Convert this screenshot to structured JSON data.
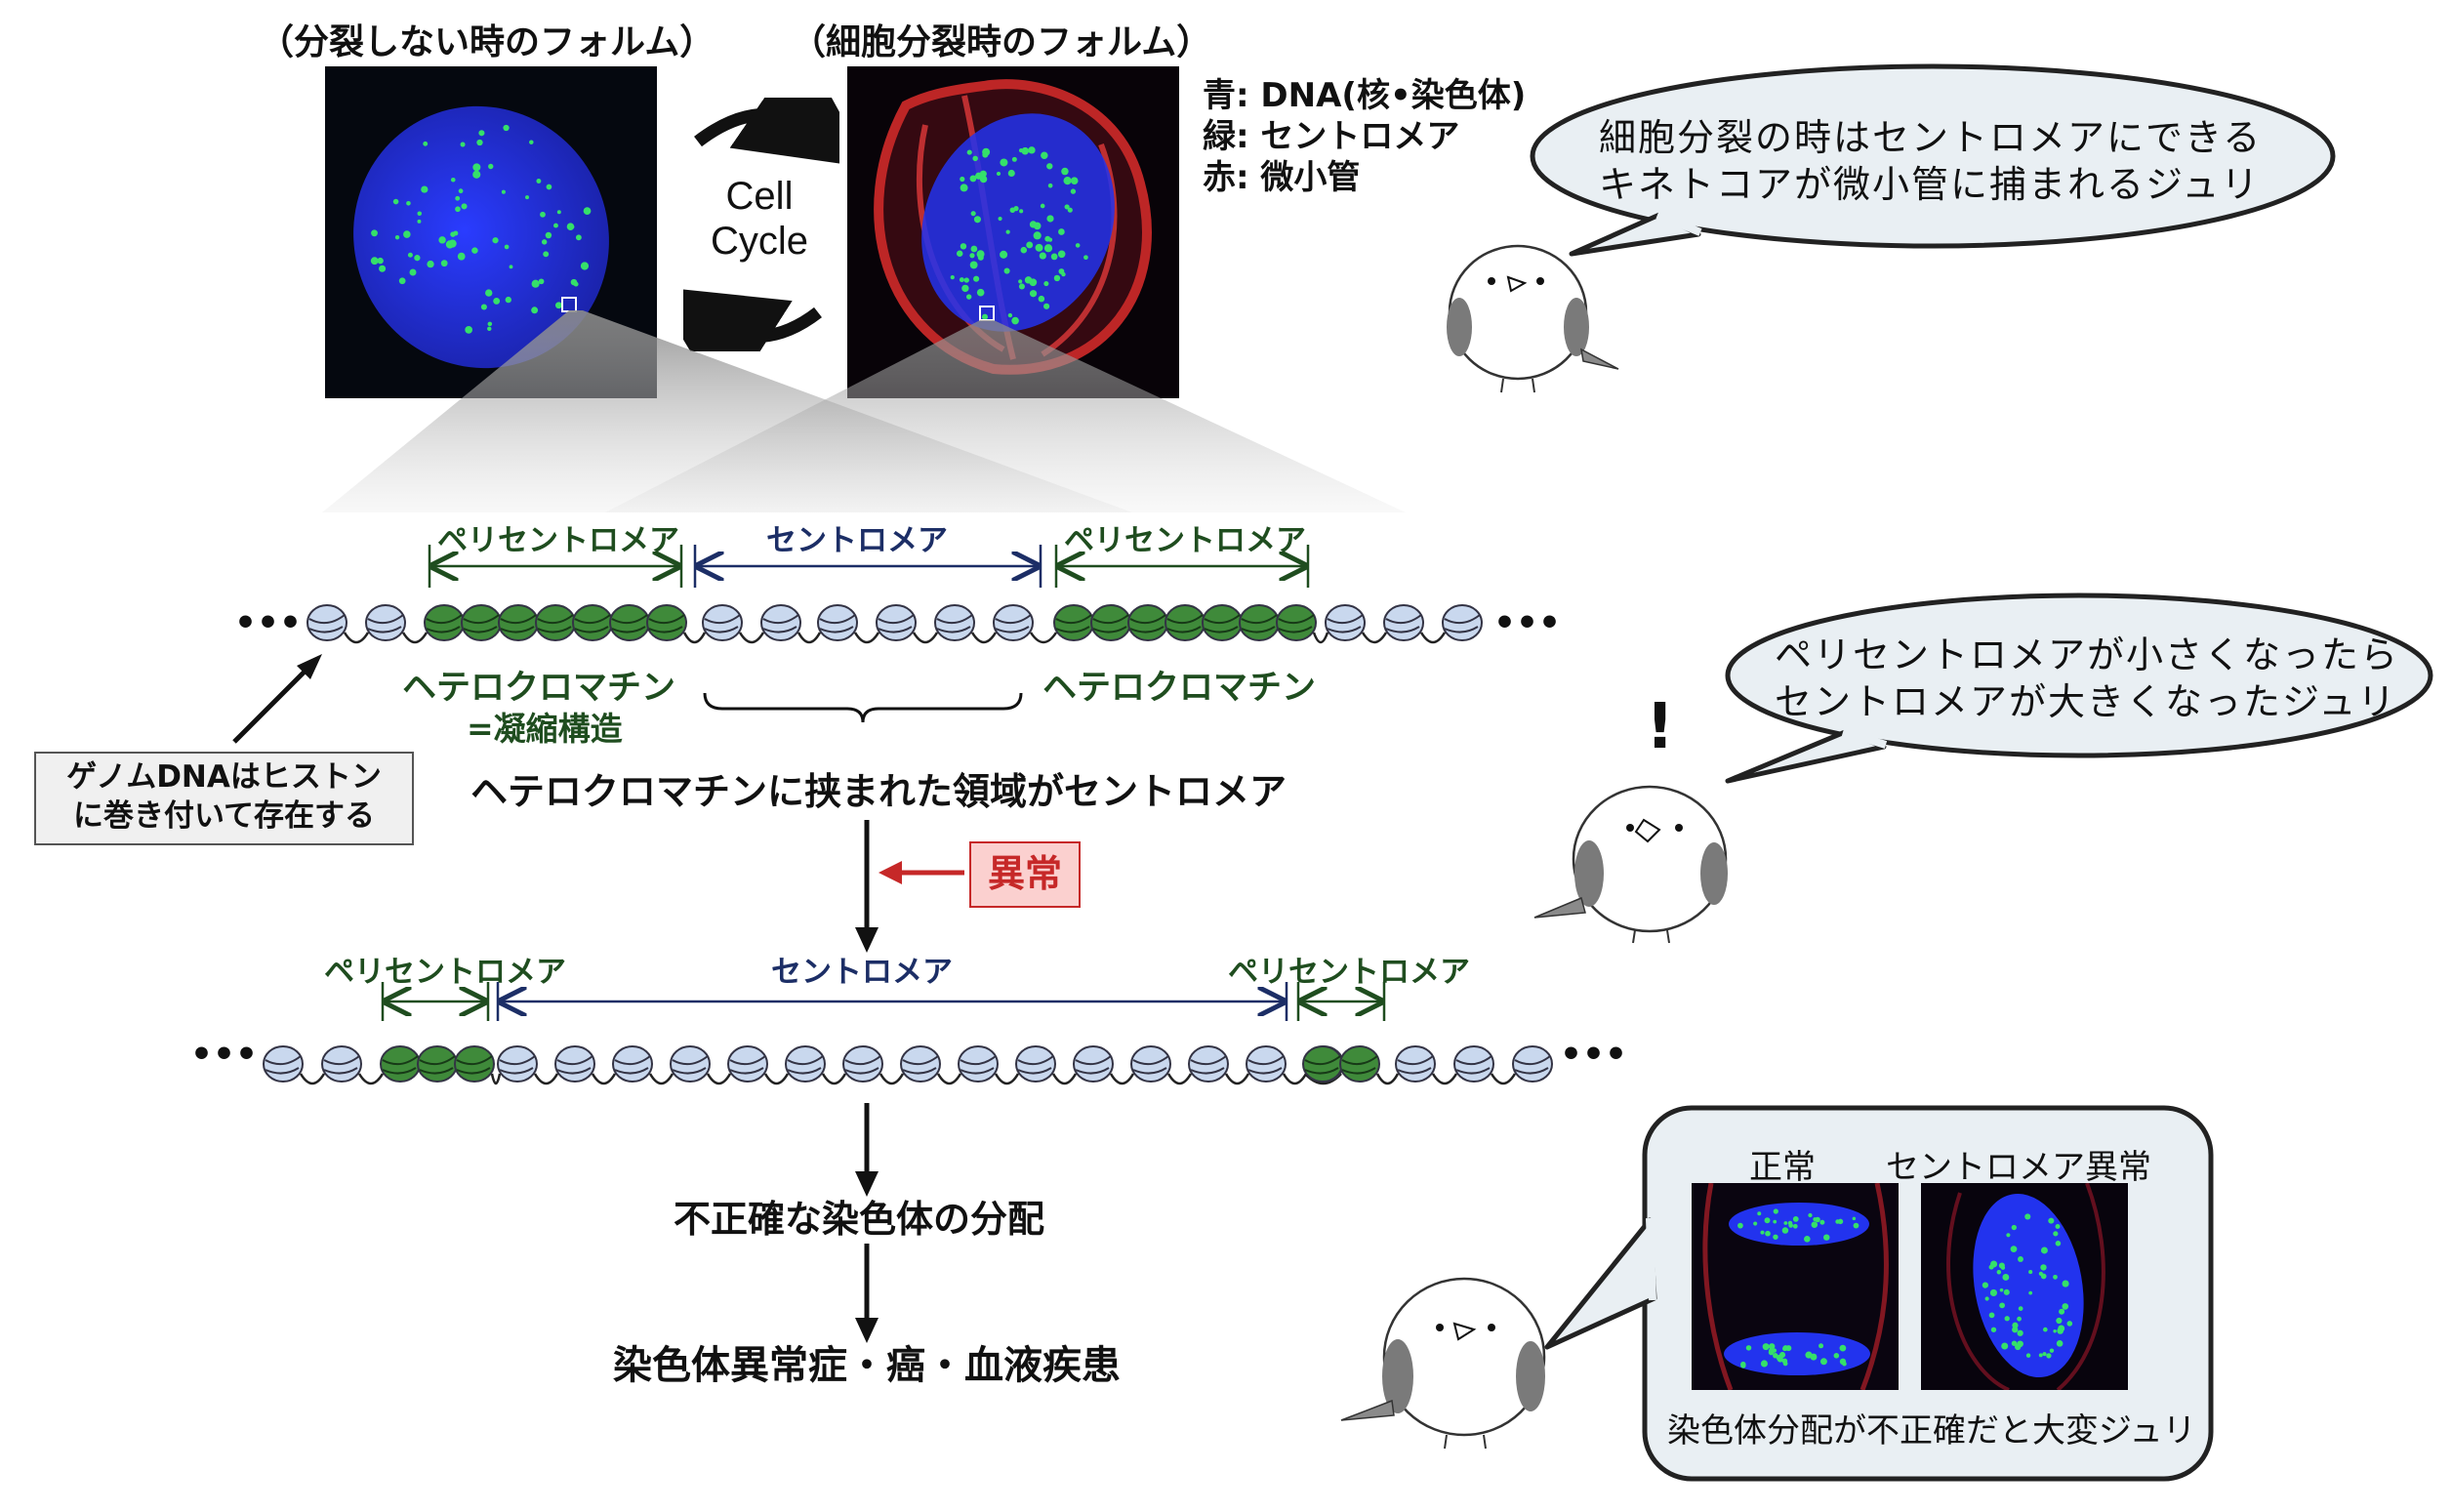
{
  "cell_images": {
    "interphase_title": "（分裂しない時のフォルム）",
    "mitosis_title": "（細胞分裂時のフォルム）",
    "cycle_label_line1": "Cell",
    "cycle_label_line2": "Cycle"
  },
  "legend": {
    "blue": "青: DNA(核•染色体)",
    "green": "緑: セントロメア",
    "red": "赤: 微小管"
  },
  "speech": {
    "bubble1_line1": "細胞分裂の時はセントロメアにできる",
    "bubble1_line2": "キネトコアが微小管に捕まれるジュリ",
    "bubble2_line1": "ペリセントロメアが小さくなったら",
    "bubble2_line2": "セントロメアが大きくなったジュリ",
    "exclaim": "!",
    "bubble3_normal": "正常",
    "bubble3_abnormal": "セントロメア異常",
    "bubble3_caption": "染色体分配が不正確だと大変ジュリ"
  },
  "normal_chromatin": {
    "peri_left": "ペリセントロメア",
    "centromere": "セントロメア",
    "peri_right": "ペリセントロメア",
    "hetero_left": "ヘテロクロマチン",
    "hetero_left_sub": "=凝縮構造",
    "hetero_right": "ヘテロクロマチン",
    "summary": "ヘテロクロマチンに挟まれた領域がセントロメア",
    "note_line1": "ゲノムDNAはヒストン",
    "note_line2": "に巻き付いて存在する",
    "dots_left": "•••",
    "dots_right": "•••"
  },
  "abnormal_label": "異常",
  "abnormal_chromatin": {
    "peri_left": "ペリセントロメア",
    "centromere": "セントロメア",
    "peri_right": "ペリセントロメア",
    "dots_left": "•••",
    "dots_right": "•••"
  },
  "outcomes": {
    "step1": "不正確な染色体の分配",
    "step2": "染色体異常症・癌・血液疾患"
  },
  "colors": {
    "nuc_blue_bg": "#c9d8ee",
    "nuc_green": "#3f8a3a",
    "dark_green": "#1f4d1f",
    "navy": "#1c2e66",
    "alarm_red": "#c62828",
    "alarm_bg": "#fbd0cf",
    "bubble_bg": "#e9eff3"
  }
}
